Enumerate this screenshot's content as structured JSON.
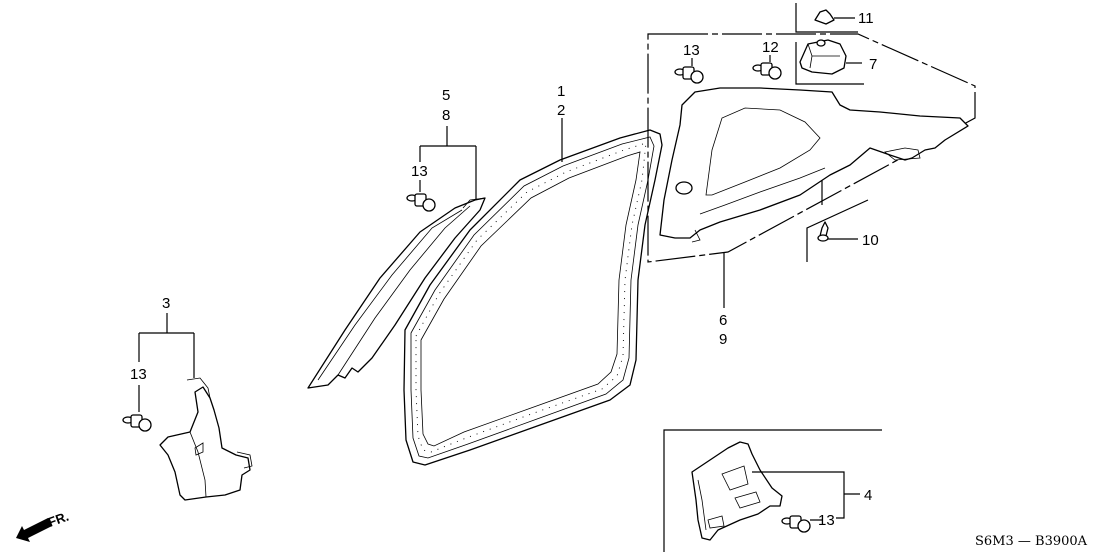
{
  "diagram": {
    "title_code": "S6M3 — B3900A",
    "direction_label": "FR.",
    "callouts": {
      "p1": "1",
      "p2": "2",
      "p3": "3",
      "p4": "4",
      "p5": "5",
      "p6": "6",
      "p7": "7",
      "p8": "8",
      "p9": "9",
      "p10": "10",
      "p11": "11",
      "p12": "12",
      "p13_a": "13",
      "p13_b": "13",
      "p13_c": "13",
      "p13_d": "13"
    }
  }
}
